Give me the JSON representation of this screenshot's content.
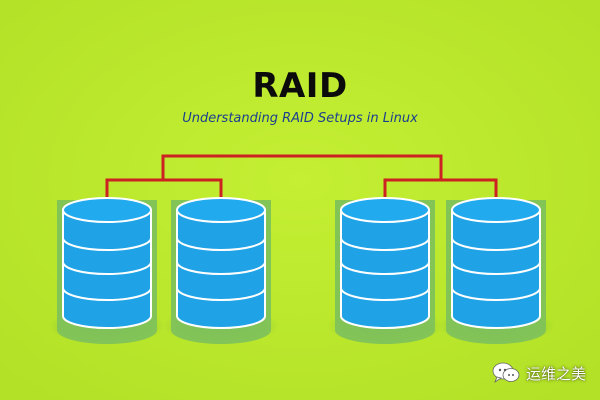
{
  "title": "RAID",
  "subtitle": "Understanding RAID Setups in Linux",
  "watermark": {
    "text": "运维之美",
    "icon": "chat-bubbles-icon"
  },
  "colors": {
    "background": "#b7e52b",
    "disk_fill": "#1fa3e6",
    "disk_outline": "#ffffff",
    "disk_base": "#7fc25a",
    "connector": "#cc2222",
    "title": "#0b0b0b",
    "subtitle": "#1b3f8f"
  },
  "disks": [
    {
      "group": "left-pair",
      "position": "outer"
    },
    {
      "group": "left-pair",
      "position": "inner"
    },
    {
      "group": "right-pair",
      "position": "inner"
    },
    {
      "group": "right-pair",
      "position": "outer"
    }
  ]
}
